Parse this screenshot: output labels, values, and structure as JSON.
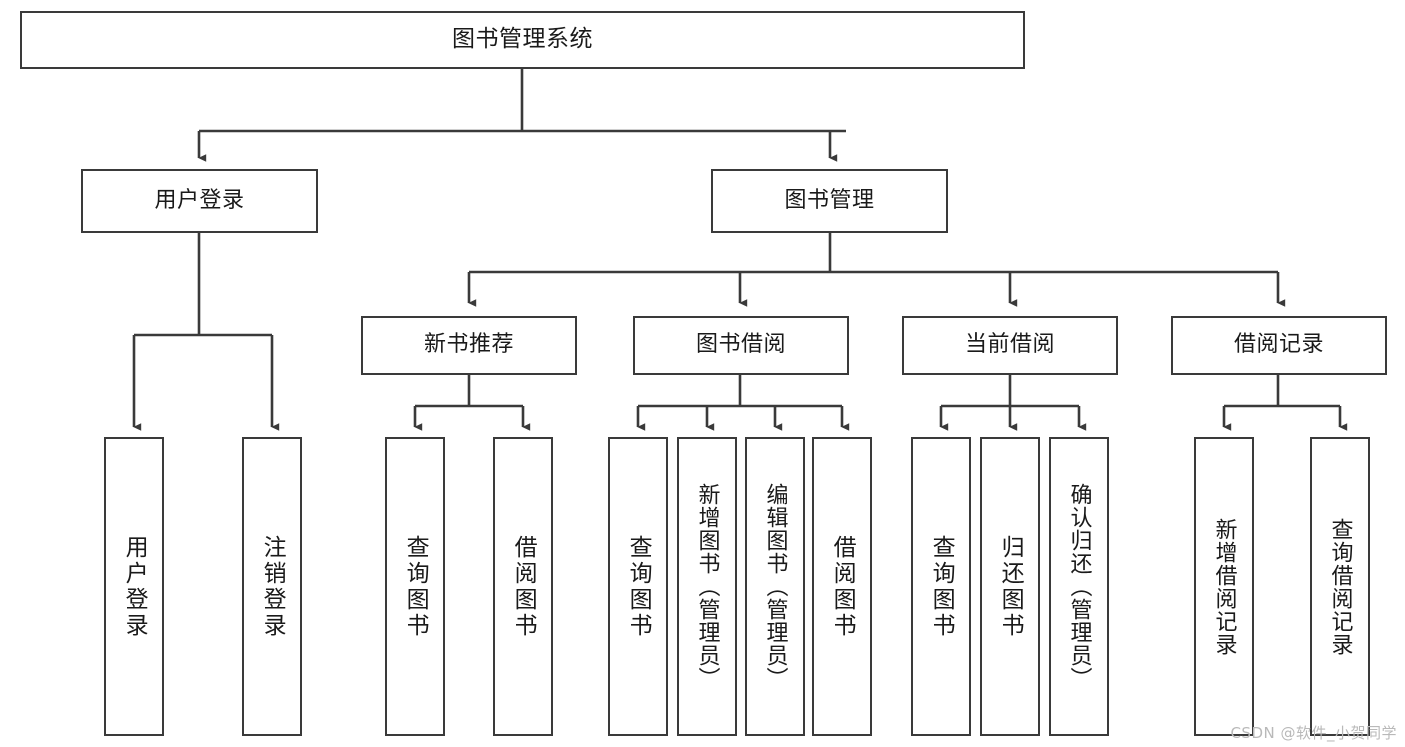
{
  "diagram": {
    "title": "图书管理系统",
    "type": "tree-hierarchy-chart",
    "watermark": "CSDN @软件_小贺同学",
    "colors": {
      "background": "#ffffff",
      "box_border": "#3a3a3a",
      "box_fill": "#ffffff",
      "text": "#1a1a1a",
      "connector": "#3a3a3a",
      "watermark": "#b9b9b9"
    },
    "levels": {
      "root": {
        "label": "图书管理系统"
      },
      "level2": [
        {
          "label": "用户登录"
        },
        {
          "label": "图书管理"
        }
      ],
      "level3": [
        {
          "label": "新书推荐"
        },
        {
          "label": "图书借阅"
        },
        {
          "label": "当前借阅"
        },
        {
          "label": "借阅记录"
        }
      ],
      "leaves": {
        "user_login": [
          {
            "label": "用户登录"
          },
          {
            "label": "注销登录"
          }
        ],
        "new_book_recommend": [
          {
            "label": "查询图书"
          },
          {
            "label": "借阅图书"
          }
        ],
        "book_borrow": [
          {
            "label": "查询图书"
          },
          {
            "label": "新增图书（管理员）"
          },
          {
            "label": "编辑图书（管理员）"
          },
          {
            "label": "借阅图书"
          }
        ],
        "current_borrow": [
          {
            "label": "查询图书"
          },
          {
            "label": "归还图书"
          },
          {
            "label": "确认归还（管理员）"
          }
        ],
        "borrow_record": [
          {
            "label": "新增借阅记录"
          },
          {
            "label": "查询借阅记录"
          }
        ]
      }
    }
  }
}
